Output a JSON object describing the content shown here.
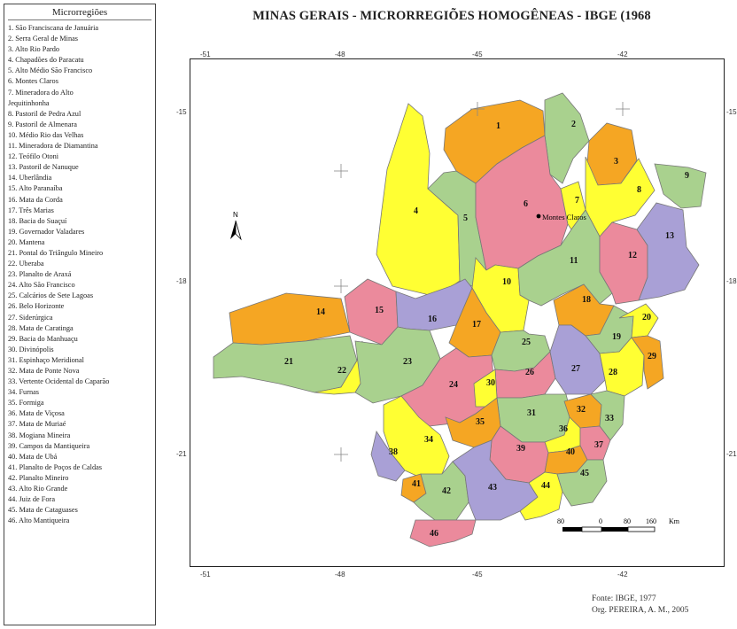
{
  "legend": {
    "title": "Microrregiões",
    "items": [
      "1. São Franciscana de Januária",
      "2. Serra Geral de Minas",
      "3. Alto Rio Pardo",
      "4. Chapadões do Paracatu",
      "5. Alto Médio São Francisco",
      "6. Montes Claros",
      "7. Mineradora do Alto",
      "Jequitinhonha",
      "8. Pastoril de Pedra Azul",
      "9. Pastoril de Almenara",
      "10. Médio Rio das Velhas",
      "11. Mineradora de Diamantina",
      "12. Teófilo Otoni",
      "13. Pastoril de Nanuque",
      "14. Uberlândia",
      "15. Alto Paranaíba",
      "16. Mata da Corda",
      "17. Três Marias",
      "18. Bacia do Suaçuí",
      "19. Governador Valadares",
      "20. Mantena",
      "21. Pontal do Triângulo Mineiro",
      "22. Uberaba",
      "23. Planalto de Araxá",
      "24. Alto São Francisco",
      "25. Calcários de Sete Lagoas",
      "26. Belo Horizonte",
      "27. Siderúrgica",
      "28. Mata de Caratinga",
      "29. Bacia do Manhuaçu",
      "30. Divinópolis",
      "31. Espinhaço Meridional",
      "32. Mata de Ponte Nova",
      "33. Vertente Ocidental do Caparão",
      "34. Furnas",
      "35. Formiga",
      "36. Mata de Viçosa",
      "37. Mata de Muriaé",
      "38. Mogiana Mineira",
      "39. Campos da Mantiqueira",
      "40. Mata de Ubá",
      "41. Planalto de Poços de Caldas",
      "42. Planalto Mineiro",
      "43. Alto Rio Grande",
      "44. Juiz de Fora",
      "45. Mata de Cataguases",
      "46. Alto Mantiqueira"
    ]
  },
  "map": {
    "title": "MINAS GERAIS - MICRORREGIÕES HOMOGÊNEAS  - IBGE (1968",
    "lon_ticks": [
      "-51",
      "-48",
      "-45",
      "-42"
    ],
    "lat_ticks": [
      "-15",
      "-18",
      "-21"
    ],
    "city_label": "Montes Claros",
    "north_label": "N",
    "scale_labels": [
      "80",
      "0",
      "80",
      "160",
      "Km"
    ],
    "colors": {
      "orange": "#f5a623",
      "green": "#a9d18e",
      "pink": "#eb8a9c",
      "yellow": "#ffff33",
      "purple": "#a9a0d6",
      "outline": "#777777"
    },
    "regions": [
      {
        "n": "1",
        "color": "orange"
      },
      {
        "n": "2",
        "color": "green"
      },
      {
        "n": "3",
        "color": "orange"
      },
      {
        "n": "4",
        "color": "yellow"
      },
      {
        "n": "5",
        "color": "green"
      },
      {
        "n": "6",
        "color": "pink"
      },
      {
        "n": "7",
        "color": "yellow"
      },
      {
        "n": "8",
        "color": "yellow"
      },
      {
        "n": "9",
        "color": "green"
      },
      {
        "n": "10",
        "color": "yellow"
      },
      {
        "n": "11",
        "color": "green"
      },
      {
        "n": "12",
        "color": "pink"
      },
      {
        "n": "13",
        "color": "purple"
      },
      {
        "n": "14",
        "color": "orange"
      },
      {
        "n": "15",
        "color": "pink"
      },
      {
        "n": "16",
        "color": "purple"
      },
      {
        "n": "17",
        "color": "orange"
      },
      {
        "n": "18",
        "color": "orange"
      },
      {
        "n": "19",
        "color": "green"
      },
      {
        "n": "20",
        "color": "yellow"
      },
      {
        "n": "21",
        "color": "green"
      },
      {
        "n": "22",
        "color": "yellow"
      },
      {
        "n": "23",
        "color": "green"
      },
      {
        "n": "24",
        "color": "pink"
      },
      {
        "n": "25",
        "color": "green"
      },
      {
        "n": "26",
        "color": "pink"
      },
      {
        "n": "27",
        "color": "purple"
      },
      {
        "n": "28",
        "color": "yellow"
      },
      {
        "n": "29",
        "color": "orange"
      },
      {
        "n": "30",
        "color": "yellow"
      },
      {
        "n": "31",
        "color": "green"
      },
      {
        "n": "32",
        "color": "orange"
      },
      {
        "n": "33",
        "color": "green"
      },
      {
        "n": "34",
        "color": "yellow"
      },
      {
        "n": "35",
        "color": "orange"
      },
      {
        "n": "36",
        "color": "yellow"
      },
      {
        "n": "37",
        "color": "pink"
      },
      {
        "n": "38",
        "color": "purple"
      },
      {
        "n": "39",
        "color": "pink"
      },
      {
        "n": "40",
        "color": "orange"
      },
      {
        "n": "41",
        "color": "orange"
      },
      {
        "n": "42",
        "color": "green"
      },
      {
        "n": "43",
        "color": "purple"
      },
      {
        "n": "44",
        "color": "yellow"
      },
      {
        "n": "45",
        "color": "green"
      },
      {
        "n": "46",
        "color": "pink"
      }
    ]
  },
  "credits": {
    "source": "Fonte: IBGE, 1977",
    "org": "Org. PEREIRA, A. M., 2005"
  }
}
